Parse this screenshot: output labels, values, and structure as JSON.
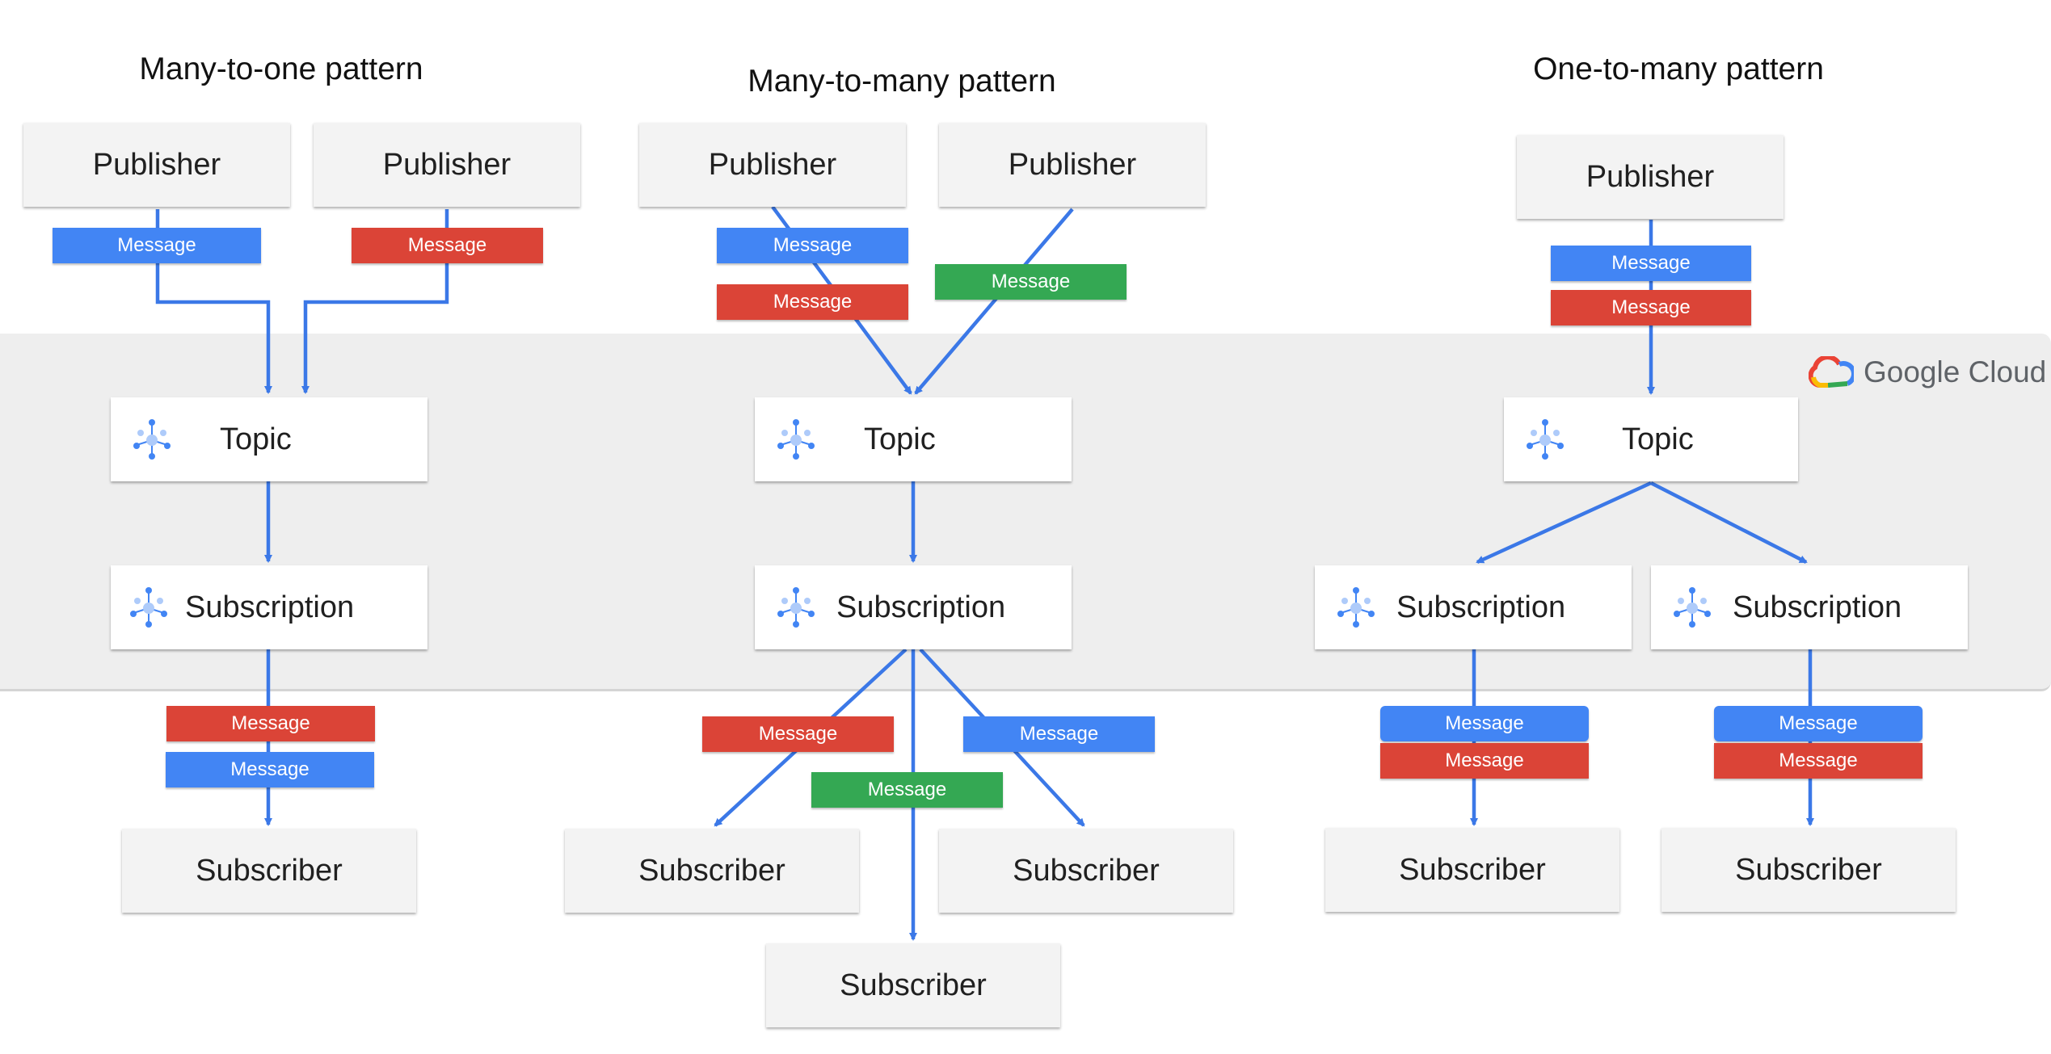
{
  "patterns": {
    "many_to_one": "Many-to-one pattern",
    "many_to_many": "Many-to-many  pattern",
    "one_to_many": "One-to-many pattern"
  },
  "labels": {
    "publisher": "Publisher",
    "topic": "Topic",
    "subscription": "Subscription",
    "subscriber": "Subscriber",
    "message": "Message"
  },
  "brand": {
    "name": "Google Cloud",
    "icon": "google-cloud-logo-icon"
  },
  "icons": {
    "topic": "pubsub-hub-icon",
    "subscription": "pubsub-hub-icon"
  },
  "colors": {
    "arrow": "#3b78e7",
    "message_blue": "#4285f4",
    "message_red": "#db4437",
    "message_green": "#34a853",
    "cloud_band": "#eeeeee"
  }
}
